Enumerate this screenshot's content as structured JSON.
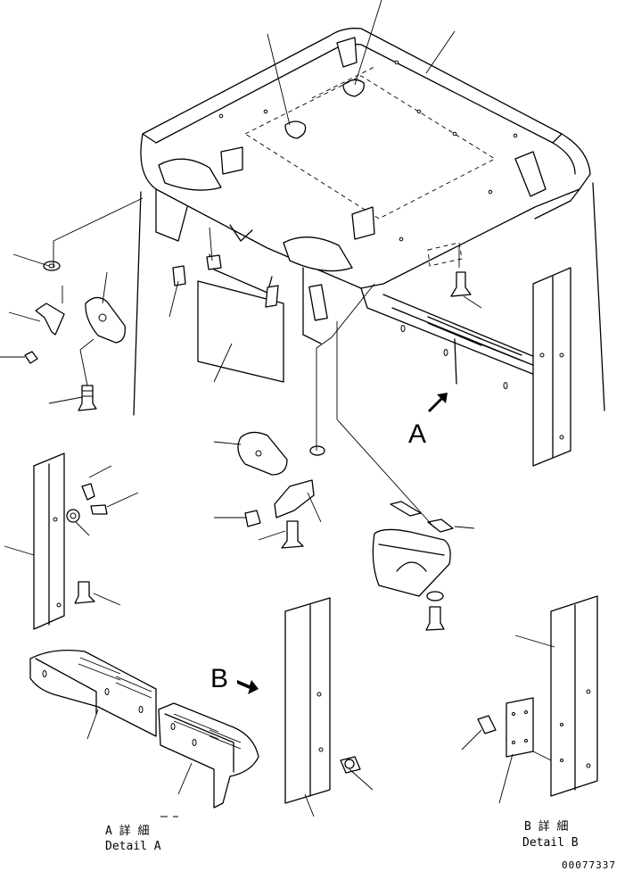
{
  "view_a": {
    "marker": "A",
    "caption_jp": "A 詳 細",
    "caption_en": "Detail A"
  },
  "view_b": {
    "marker": "B",
    "caption_jp": "B 詳 細",
    "caption_en": "Detail B"
  },
  "drawing_number": "00077337"
}
